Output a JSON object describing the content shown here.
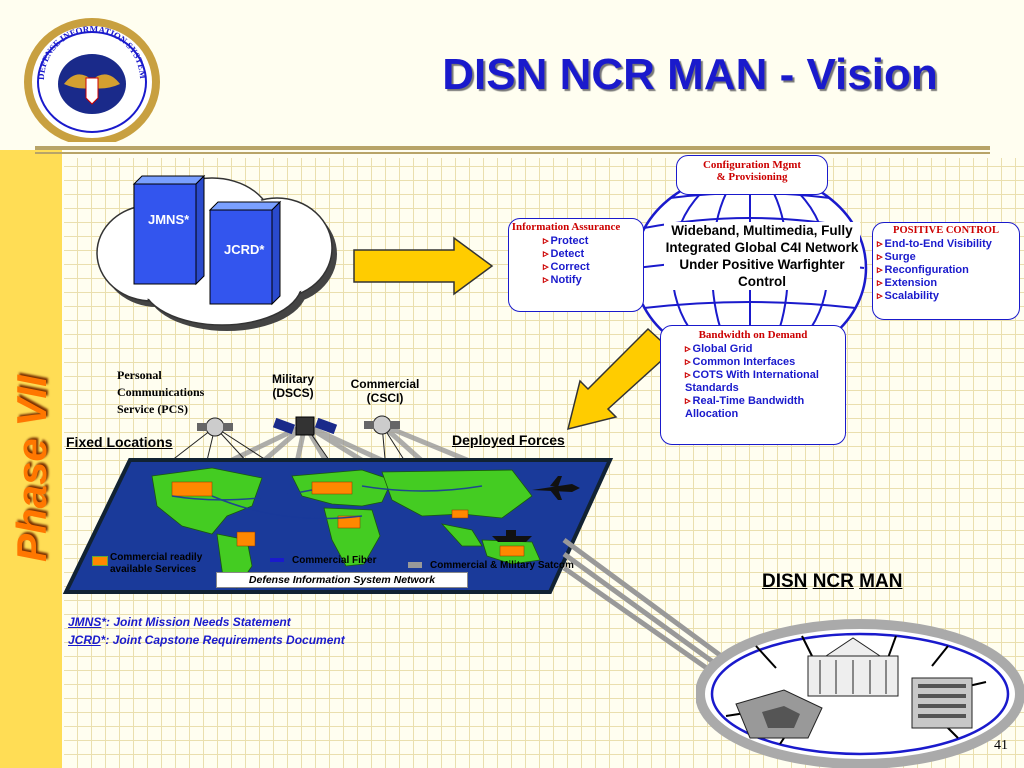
{
  "title": "DISN NCR MAN - Vision",
  "side_label": "Phase VII",
  "agency_seal_text": "DEFENSE INFORMATION SYSTEMS AGENCY",
  "binders": {
    "jmns": "JMNS*",
    "jcrd": "JCRD*"
  },
  "config_box": {
    "line1": "Configuration Mgmt",
    "line2": "& Provisioning"
  },
  "info_assurance": {
    "title": "Information Assurance",
    "items": [
      "Protect",
      "Detect",
      "Correct",
      "Notify"
    ]
  },
  "center_text": "Wideband, Multimedia, Fully Integrated Global C4I Network Under Positive Warfighter Control",
  "positive_control": {
    "title": "POSITIVE CONTROL",
    "items": [
      "End-to-End Visibility",
      "Surge",
      "Reconfiguration",
      "Extension",
      "Scalability"
    ]
  },
  "bandwidth": {
    "title": "Bandwidth on Demand",
    "items": [
      "Global Grid",
      "Common Interfaces",
      "COTS With International Standards",
      "Real-Time Bandwidth Allocation"
    ]
  },
  "satellites": {
    "pcs": "Personal Communications Service (PCS)",
    "military": "Military (DSCS)",
    "commercial": "Commercial (CSCI)"
  },
  "fixed_locations": "Fixed  Locations",
  "deployed_forces": "Deployed Forces",
  "legend": {
    "commercial_services": "Commercial readily available Services",
    "fiber": "Commercial Fiber",
    "satcom": "Commercial & Military Satcom"
  },
  "map_caption": "Defense Information System Network",
  "disn_ncr_man": [
    "DISN",
    "NCR",
    "MAN"
  ],
  "footnotes": [
    {
      "key": "JMNS",
      "text": "*: Joint Mission Needs Statement"
    },
    {
      "key": "JCRD",
      "text": "*: Joint Capstone Requirements Document"
    }
  ],
  "page_number": "41",
  "colors": {
    "title": "#1a1acc",
    "side_bar": "#ffdd55",
    "side_text": "#ff7700",
    "map_land": "#44cc22",
    "map_sea": "#1a3a9a",
    "arrow": "#ffcc00"
  }
}
